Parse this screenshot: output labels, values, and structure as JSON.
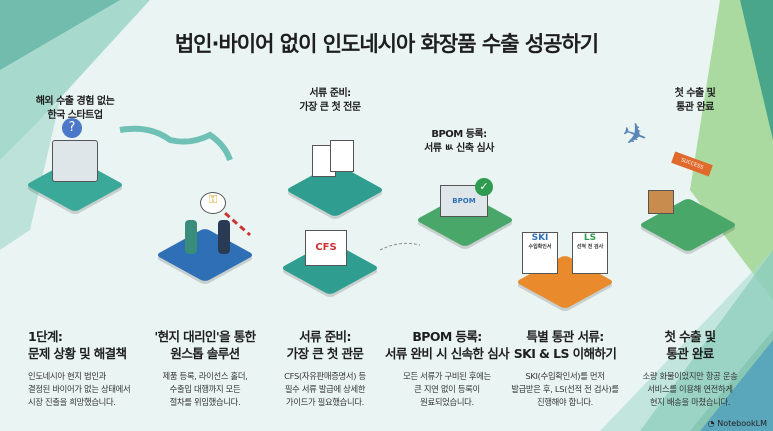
{
  "title": "법인·바이어 없이 인도네시아 화장품 수출 성공하기",
  "scene_labels": [
    "해외 수출 경험 없는\n한국 스타트업",
    "서류 준비:\n가장 큰 첫 전문",
    "BPOM 등록:\n서류 ㅄ 신축 심사",
    "첫 수출 및\n통관 완료"
  ],
  "scene_text": {
    "cfs": "CFS",
    "ski": "SKI",
    "ski_sub": "수입확인서",
    "ls": "LS",
    "ls_sub": "선적 전 검사",
    "bpom": "BPOM",
    "success": "SUCCESS"
  },
  "steps": [
    {
      "heading": "1단계:\n문제 상황 및 해결책",
      "body": "인도네시아 현지 법인과\n결정된 바이어가 없는 상태에서\n시장 진출을 희망했습니다."
    },
    {
      "heading": "'현지 대리인'을 통한\n원스톱 솔루션",
      "body": "제품 등록, 라이선스 홀더,\n수출입 대행까지 모든\n절차를 위임했습니다."
    },
    {
      "heading": "서류 준비:\n가장 큰 첫 관문",
      "body": "CFS(자유판매증명서) 등\n필수 서류 발급에 상세한\n가이드가 필요했습니다."
    },
    {
      "heading": "BPOM 등록:\n서류 완비 시 신속한 심사",
      "body": "모든 서류가 구비된 후에는\n큰 지연 없이 등록이\n원료되었습니다."
    },
    {
      "heading": "특별 통관 서류:\nSKI & LS 이해하기",
      "body": "SKI(수입확인서)를 먼저\n발급받은 후, LS(선적 전 검사)를\n진행해야 합니다."
    },
    {
      "heading": "첫 수출 및\n통관 완료",
      "body": "소량 화물이었지만 항공 운송\n서비스를 이용해 연전하게\n현지 배송을 마쳤습니다."
    }
  ],
  "brand": "NotebookLM",
  "colors": {
    "teal": "#3aa99a",
    "blue": "#2f6fb5",
    "green": "#4aa76a",
    "orange": "#e98a2c",
    "bg": "#eaf5f3"
  }
}
